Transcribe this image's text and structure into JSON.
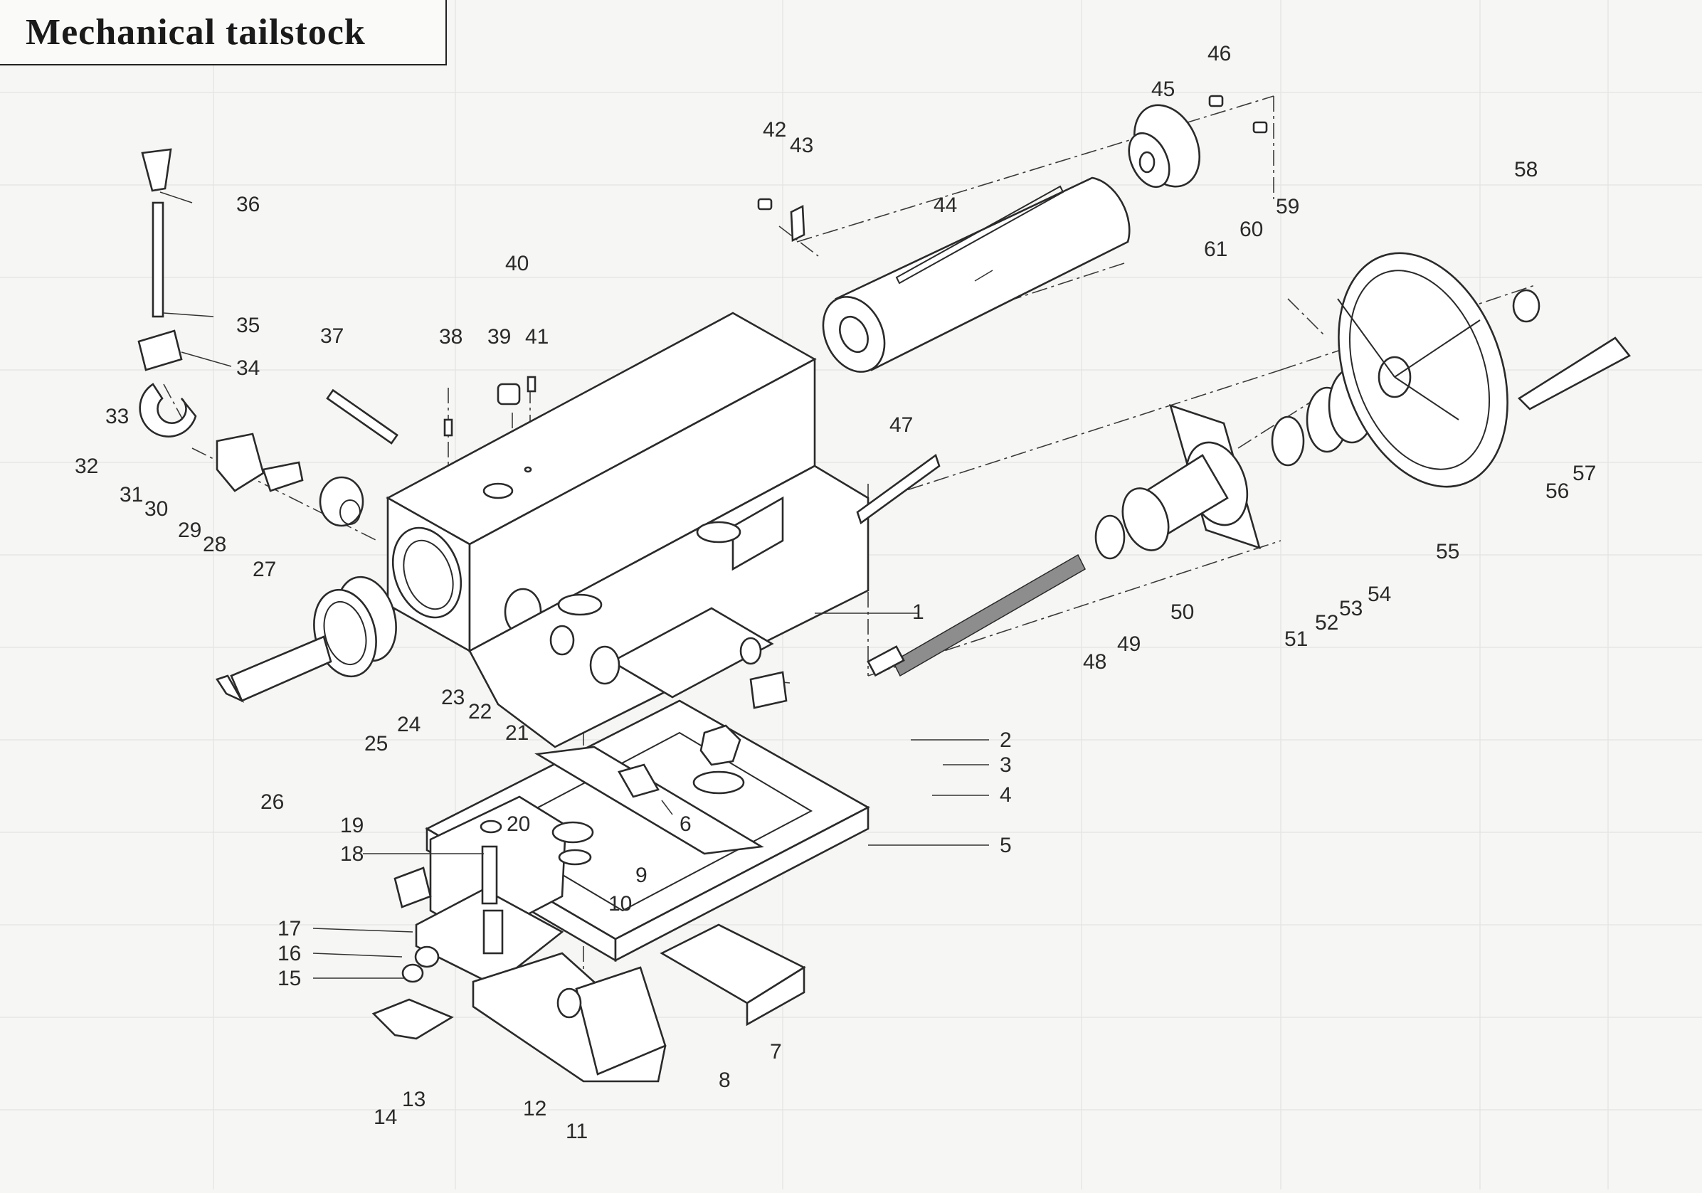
{
  "title": "Mechanical tailstock",
  "callouts": [
    {
      "n": "1"
    },
    {
      "n": "2"
    },
    {
      "n": "3"
    },
    {
      "n": "4"
    },
    {
      "n": "5"
    },
    {
      "n": "6"
    },
    {
      "n": "7"
    },
    {
      "n": "8"
    },
    {
      "n": "9"
    },
    {
      "n": "10"
    },
    {
      "n": "11"
    },
    {
      "n": "12"
    },
    {
      "n": "13"
    },
    {
      "n": "14"
    },
    {
      "n": "15"
    },
    {
      "n": "16"
    },
    {
      "n": "17"
    },
    {
      "n": "18"
    },
    {
      "n": "19"
    },
    {
      "n": "20"
    },
    {
      "n": "21"
    },
    {
      "n": "22"
    },
    {
      "n": "23"
    },
    {
      "n": "24"
    },
    {
      "n": "25"
    },
    {
      "n": "26"
    },
    {
      "n": "27"
    },
    {
      "n": "28"
    },
    {
      "n": "29"
    },
    {
      "n": "30"
    },
    {
      "n": "31"
    },
    {
      "n": "32"
    },
    {
      "n": "33"
    },
    {
      "n": "34"
    },
    {
      "n": "35"
    },
    {
      "n": "36"
    },
    {
      "n": "37"
    },
    {
      "n": "38"
    },
    {
      "n": "39"
    },
    {
      "n": "40"
    },
    {
      "n": "41"
    },
    {
      "n": "42"
    },
    {
      "n": "43"
    },
    {
      "n": "44"
    },
    {
      "n": "45"
    },
    {
      "n": "46"
    },
    {
      "n": "47"
    },
    {
      "n": "48"
    },
    {
      "n": "49"
    },
    {
      "n": "50"
    },
    {
      "n": "51"
    },
    {
      "n": "52"
    },
    {
      "n": "53"
    },
    {
      "n": "54"
    },
    {
      "n": "55"
    },
    {
      "n": "56"
    },
    {
      "n": "57"
    },
    {
      "n": "58"
    },
    {
      "n": "59"
    },
    {
      "n": "60"
    },
    {
      "n": "61"
    }
  ]
}
